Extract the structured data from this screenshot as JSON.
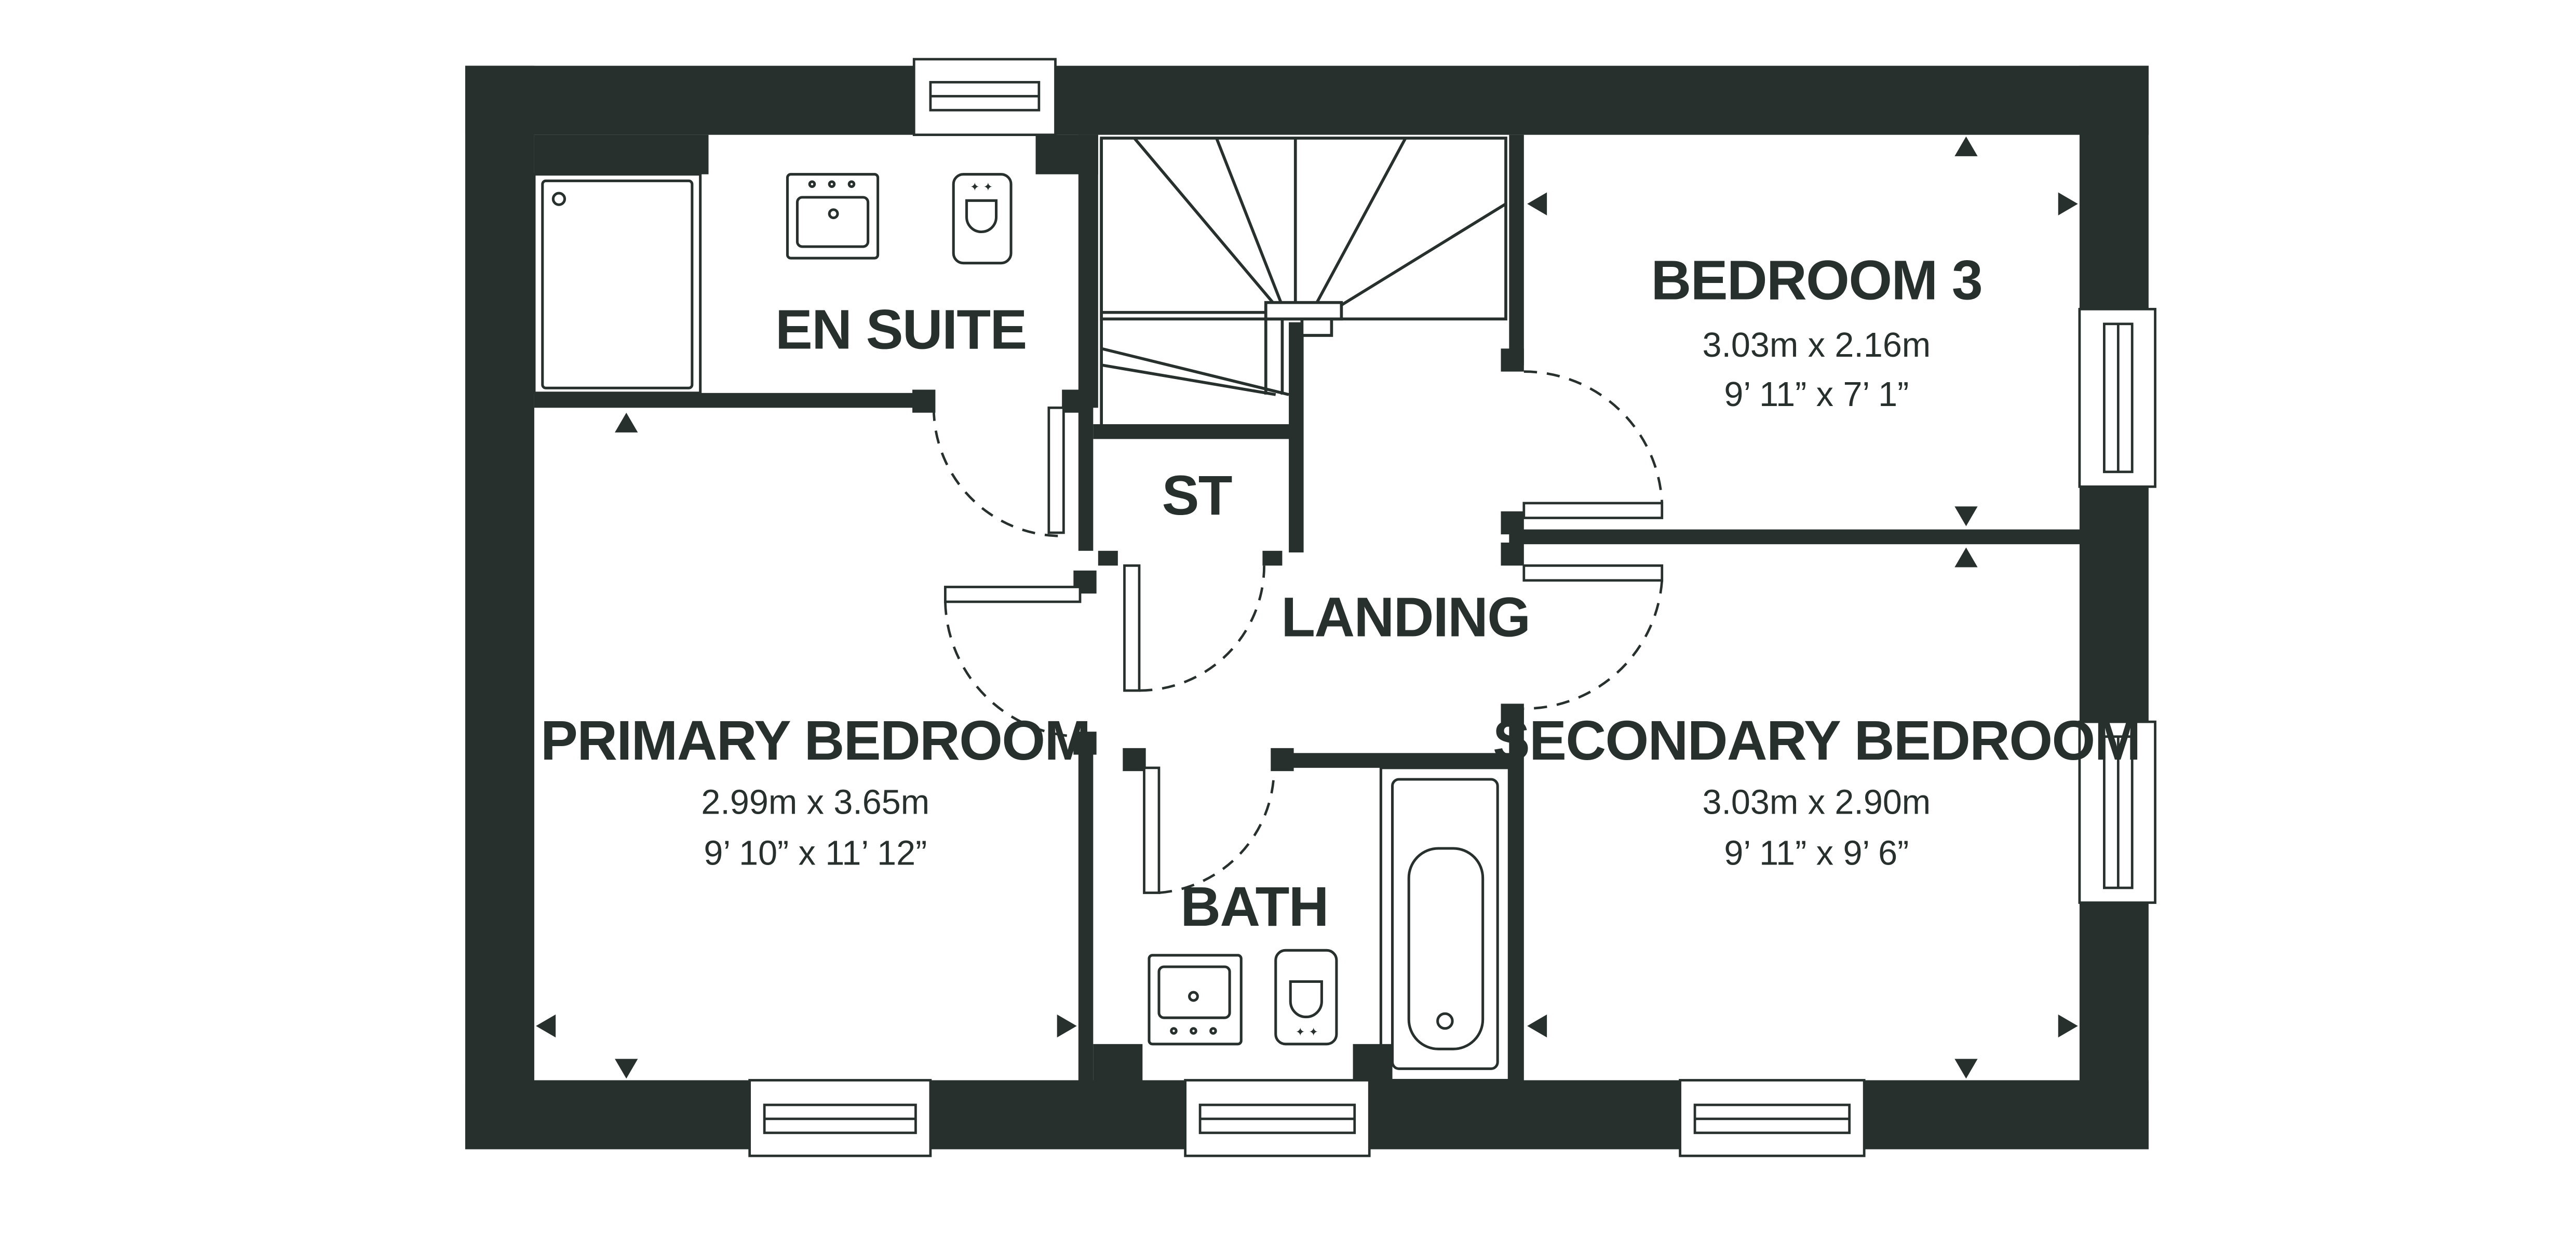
{
  "colors": {
    "wall": "#27302d",
    "fixture": "#27302d",
    "background": "#ffffff"
  },
  "rooms": {
    "en_suite": {
      "name": "EN SUITE"
    },
    "bedroom3": {
      "name": "BEDROOM 3",
      "metric": "3.03m x 2.16m",
      "imperial": "9’ 11” x 7’ 1”"
    },
    "store": {
      "name": "ST"
    },
    "landing": {
      "name": "LANDING"
    },
    "primary": {
      "name": "PRIMARY BEDROOM",
      "metric": "2.99m x 3.65m",
      "imperial": "9’ 10” x 11’ 12”"
    },
    "secondary": {
      "name": "SECONDARY BEDROOM",
      "metric": "3.03m x 2.90m",
      "imperial": "9’ 11” x 9’ 6”"
    },
    "bath": {
      "name": "BATH"
    }
  }
}
